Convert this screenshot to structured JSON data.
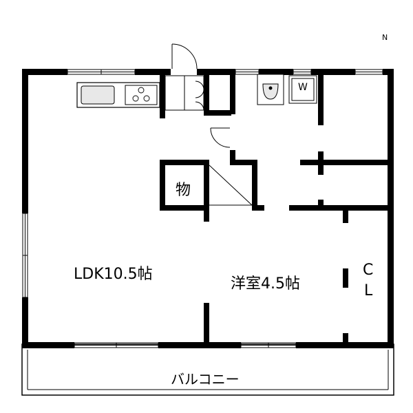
{
  "rooms": {
    "ldk": "LDK10.5帖",
    "yoshitsu": "洋室4.5帖",
    "storage": "物",
    "closet_c": "C",
    "closet_l": "L",
    "washer": "W",
    "balcony": "バルコニー"
  },
  "compass": {
    "north": "N"
  },
  "colors": {
    "wall": "#000000",
    "background": "#ffffff",
    "fixture_fill": "#e8e8e8"
  }
}
